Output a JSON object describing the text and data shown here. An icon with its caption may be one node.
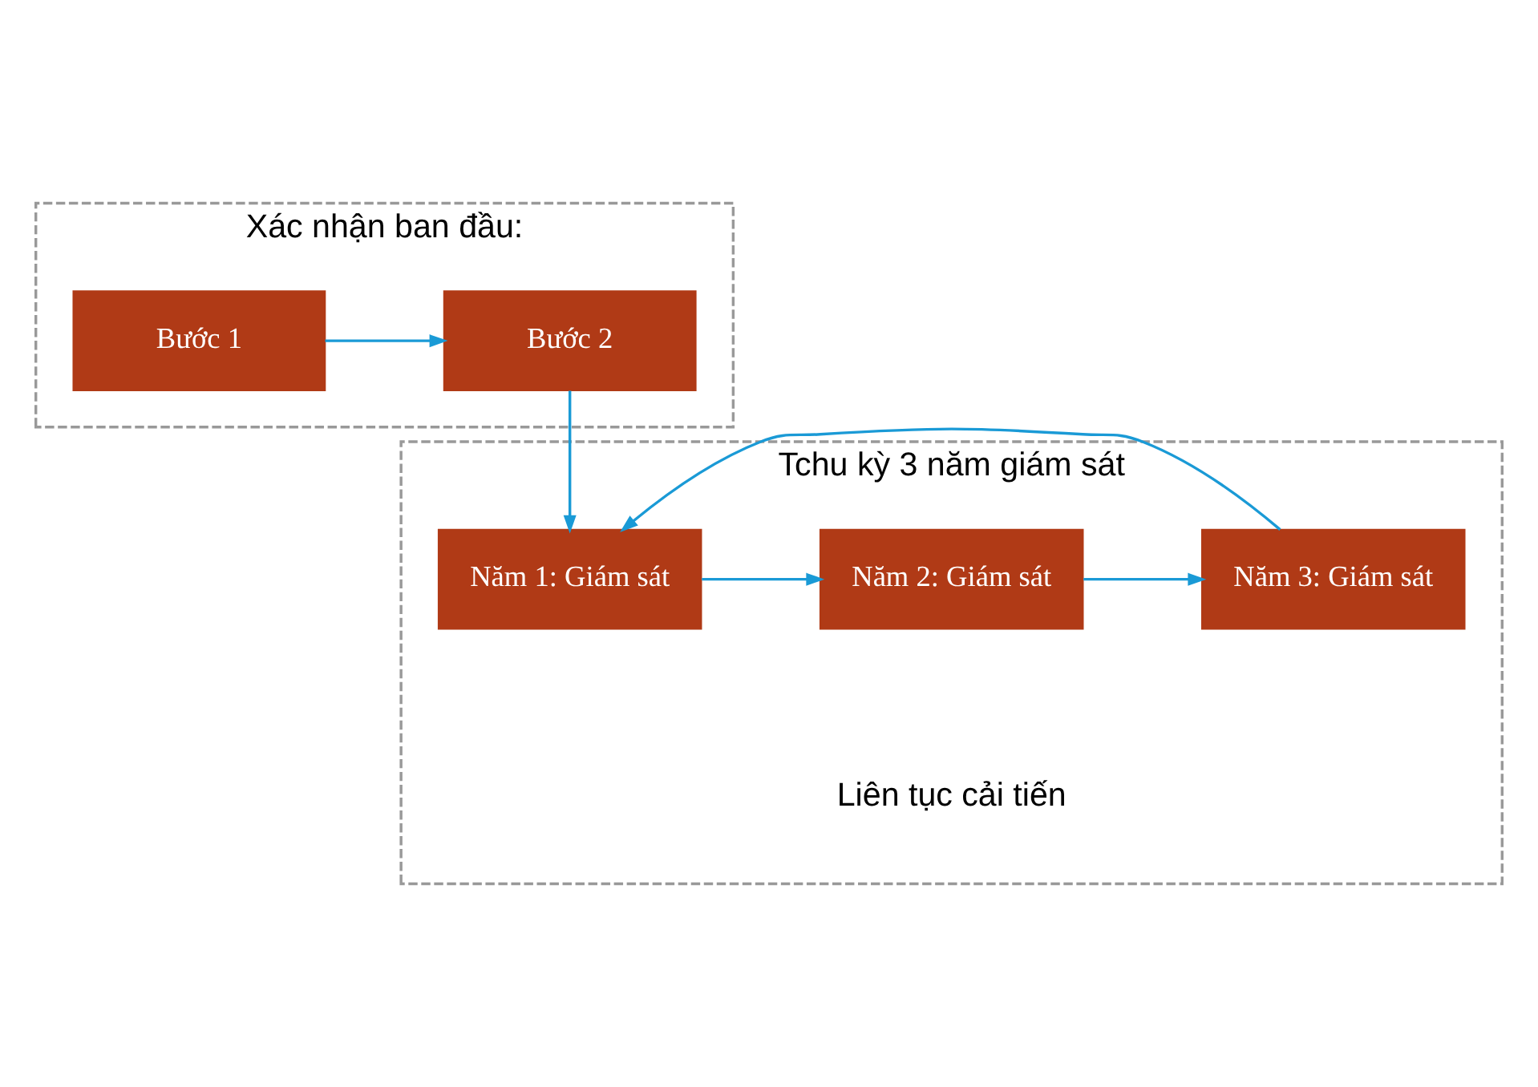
{
  "diagram": {
    "nodes": [
      {
        "text": [
          "Xác nhận ban đầu:"
        ]
      },
      {
        "text": [
          "Bước 1"
        ],
        "in": 0
      },
      {
        "text": [
          "Bước 2"
        ],
        "in": 0
      },
      {
        "text": [
          "Tchu kỳ 3 năm giám sát"
        ]
      },
      {
        "text": [
          "Năm 1: Giám sát"
        ],
        "in": 3
      },
      {
        "text": [
          "Năm 2: Giám sát"
        ],
        "in": 3
      },
      {
        "text": [
          "Năm 3: Giám sát"
        ],
        "in": 3
      }
    ],
    "edges": [
      {
        "from": 1,
        "to": 2,
        "arrow": "to"
      },
      {
        "from": 2,
        "to": 4,
        "arrow": "to"
      },
      {
        "from": 4,
        "to": 5,
        "arrow": "to"
      },
      {
        "from": 5,
        "to": 6,
        "arrow": "to"
      },
      {
        "from": 6,
        "to": 4,
        "arrow": "to"
      }
    ],
    "labels": [
      "Liên tục cải tiến"
    ]
  }
}
